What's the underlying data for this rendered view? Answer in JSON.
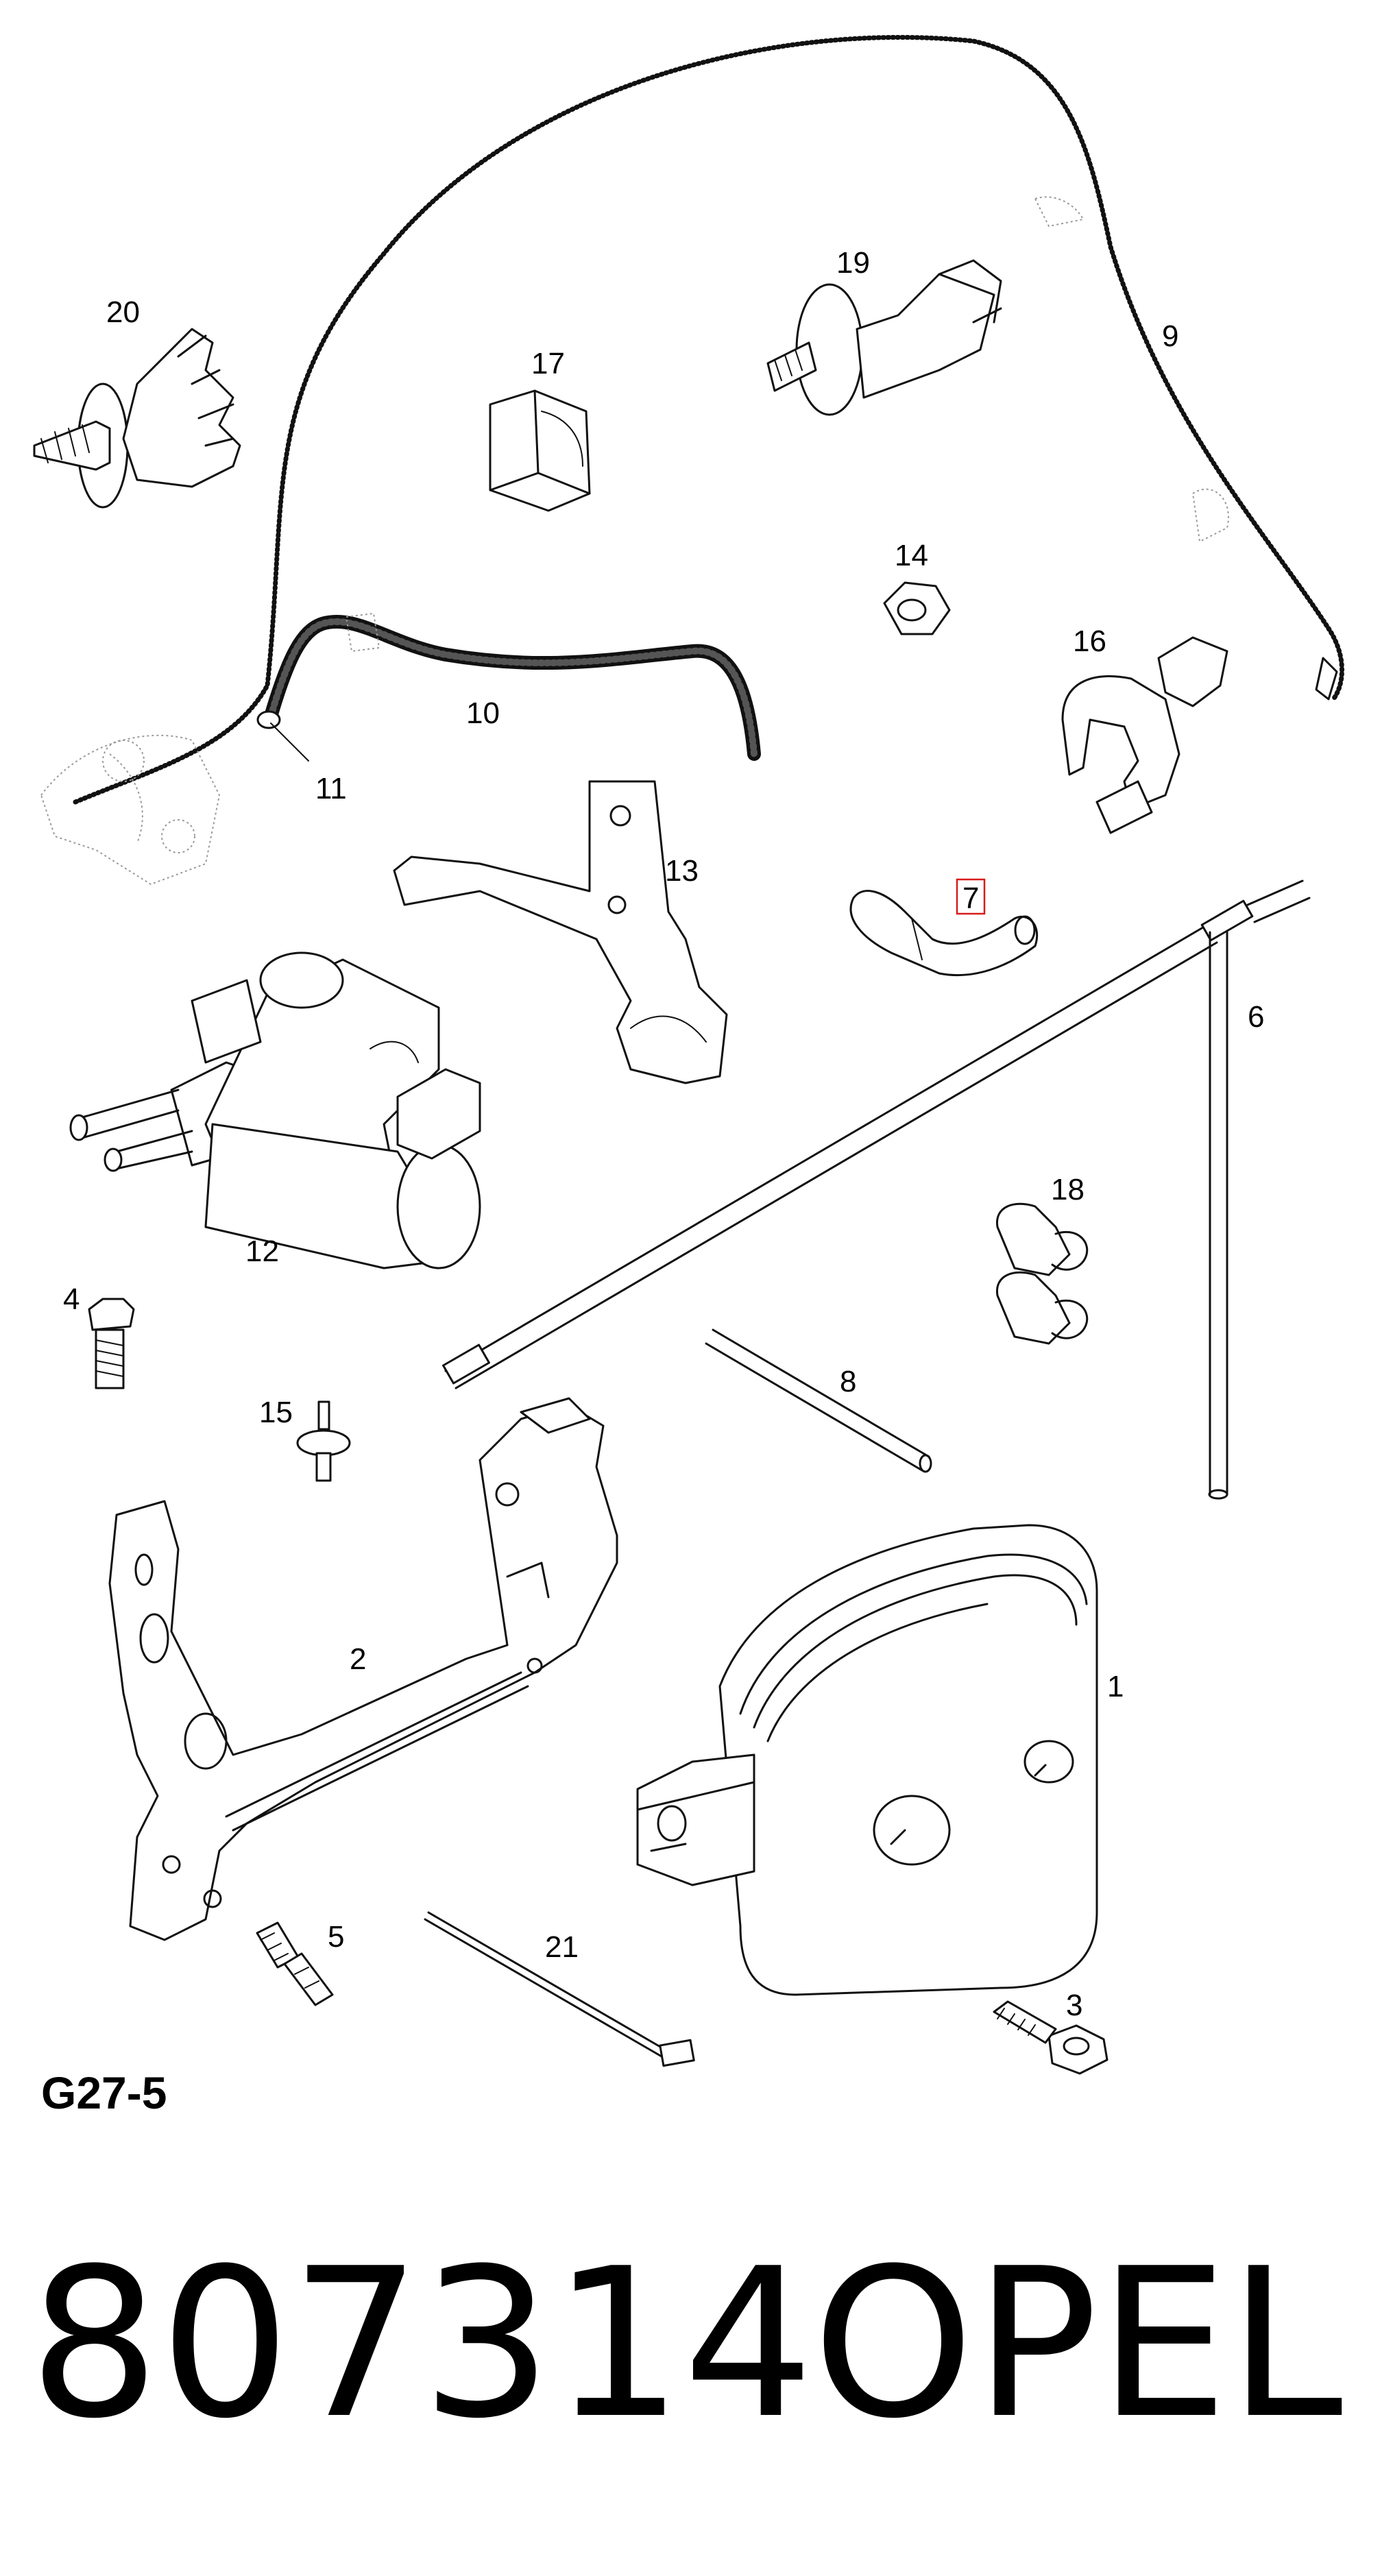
{
  "diagram": {
    "callouts": [
      {
        "id": "1",
        "text": "1"
      },
      {
        "id": "2",
        "text": "2"
      },
      {
        "id": "3",
        "text": "3"
      },
      {
        "id": "4",
        "text": "4"
      },
      {
        "id": "5",
        "text": "5"
      },
      {
        "id": "6",
        "text": "6"
      },
      {
        "id": "7",
        "text": "7",
        "highlighted": true
      },
      {
        "id": "8",
        "text": "8"
      },
      {
        "id": "9",
        "text": "9"
      },
      {
        "id": "10",
        "text": "10"
      },
      {
        "id": "11",
        "text": "11"
      },
      {
        "id": "12",
        "text": "12"
      },
      {
        "id": "13",
        "text": "13"
      },
      {
        "id": "14",
        "text": "14"
      },
      {
        "id": "15",
        "text": "15"
      },
      {
        "id": "16",
        "text": "16"
      },
      {
        "id": "17",
        "text": "17"
      },
      {
        "id": "18",
        "text": "18"
      },
      {
        "id": "19",
        "text": "19"
      },
      {
        "id": "20",
        "text": "20"
      },
      {
        "id": "21",
        "text": "21"
      }
    ],
    "page_code": "G27-5",
    "highlight_color": "#d81b1b"
  },
  "footer": {
    "part_number": "807314",
    "brand": "OPEL"
  }
}
